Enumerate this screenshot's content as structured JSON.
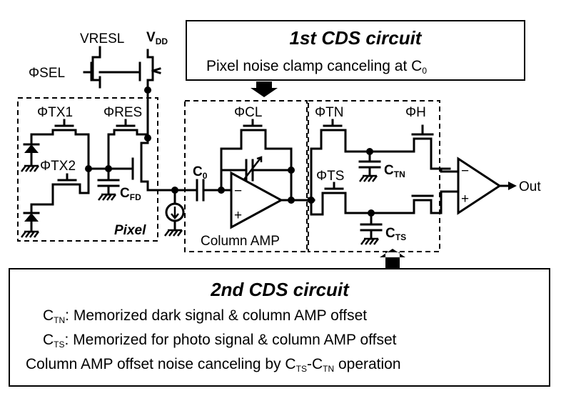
{
  "labels": {
    "vresl": "VRESL",
    "vdd_main": "V",
    "vdd_sub": "DD",
    "sel": "ΦSEL",
    "tx1": "ΦTX1",
    "res": "ΦRES",
    "tx2": "ΦTX2",
    "cfd_main": "C",
    "cfd_sub": "FD",
    "pixel": "Pixel",
    "c0_main": "C",
    "c0_sub": "0",
    "cl": "ΦCL",
    "column_amp": "Column AMP",
    "tn": "ΦTN",
    "ts": "ΦTS",
    "h": "ΦH",
    "ctn_main": "C",
    "ctn_sub": "TN",
    "cts_main": "C",
    "cts_sub": "TS",
    "out": "Out",
    "minus": "−",
    "plus": "+"
  },
  "first_cds": {
    "title": "1st CDS circuit",
    "line1": "Pixel noise clamp canceling at C",
    "line1_sub": "0"
  },
  "second_cds": {
    "title": "2nd CDS circuit",
    "l1_main": "C",
    "l1_sub": "TN",
    "l1_text": ": Memorized dark signal & column AMP offset",
    "l2_main": "C",
    "l2_sub": "TS",
    "l2_text": ": Memorized for photo signal & column AMP offset",
    "l3_text": "Column AMP offset noise canceling by C",
    "l3_sub1": "TS",
    "l3_dash": "-C",
    "l3_sub2": "TN",
    "l3_tail": " operation"
  }
}
